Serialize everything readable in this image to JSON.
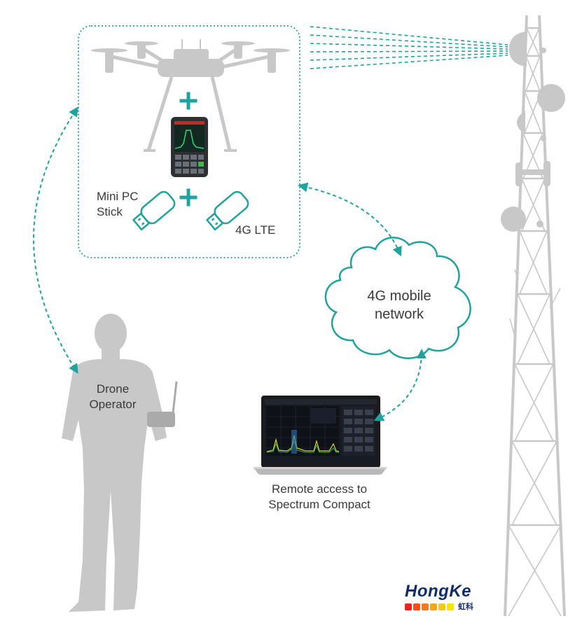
{
  "colors": {
    "teal": "#1fa39f",
    "gray": "#c8c8c8",
    "gray_dark": "#8a8a8a",
    "text": "#3a3a3a",
    "brand_blue": "#0f2d6e",
    "brand_squares": [
      "#e8261d",
      "#ef4f1e",
      "#f47a20",
      "#f9a51b",
      "#f6c919",
      "#f7e400"
    ]
  },
  "labels": {
    "mini_pc_stick": [
      "Mini PC",
      "Stick"
    ],
    "lte": "4G LTE",
    "mobile_network": [
      "4G mobile",
      "network"
    ],
    "drone_operator": [
      "Drone",
      "Operator"
    ],
    "remote_access": [
      "Remote access to",
      "Spectrum Compact"
    ]
  },
  "brand": {
    "name": "HongKe",
    "chinese": "虹科"
  },
  "icons": {
    "drone": "drone-icon",
    "analyzer": "spectrum-analyzer-icon",
    "usb_stick": "usb-stick-icon",
    "plus": "plus-icon",
    "cloud": "cloud-icon",
    "operator": "person-silhouette-icon",
    "laptop": "laptop-icon",
    "tower": "cell-tower-icon"
  }
}
